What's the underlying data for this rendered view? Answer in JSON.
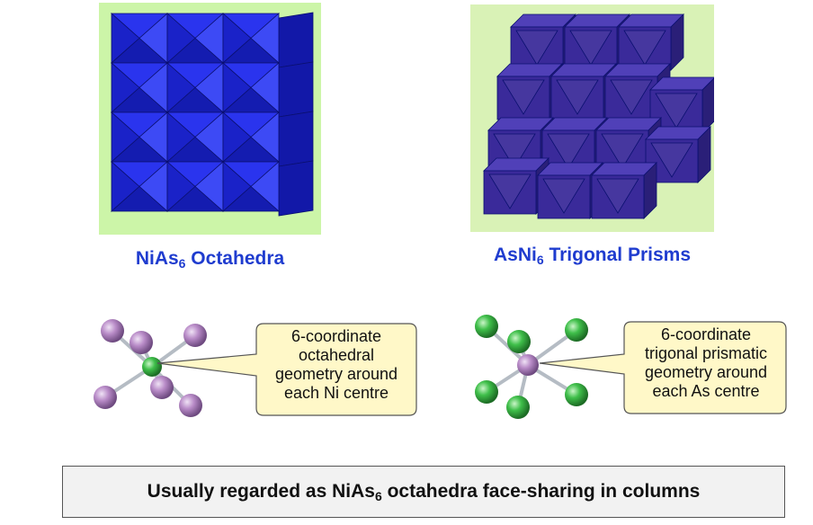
{
  "colors": {
    "octahedra_panel_bg": "#ccf5a8",
    "prism_panel_bg": "#d9f2b6",
    "octahedra_blue": "#1a22e0",
    "prism_purple": "#3a2a9a",
    "caption_blue": "#1f3ccf",
    "atom_purple": "#b98cc8",
    "atom_green": "#3fbf4a",
    "callout_fill": "#fff8c8"
  },
  "left": {
    "caption_prefix": "NiAs",
    "caption_sub": "6",
    "caption_suffix": " Octahedra",
    "callout": [
      "6-coordinate",
      "octahedral",
      "geometry around",
      "each Ni centre"
    ]
  },
  "right": {
    "caption_prefix": "AsNi",
    "caption_sub": "6",
    "caption_suffix": " Trigonal Prisms",
    "callout": [
      "6-coordinate",
      "trigonal prismatic",
      "geometry around",
      "each As centre"
    ]
  },
  "summary": {
    "prefix": "Usually regarded as NiAs",
    "sub": "6",
    "suffix": " octahedra face-sharing in columns"
  }
}
